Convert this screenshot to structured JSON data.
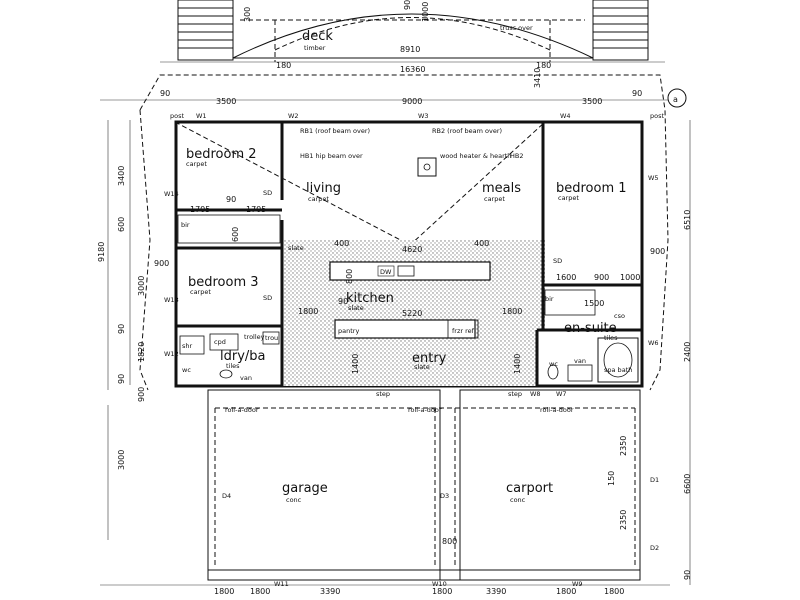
{
  "rooms": {
    "deck": {
      "label": "deck",
      "sub": "timber"
    },
    "bedroom2": {
      "label": "bedroom 2",
      "sub": "carpet"
    },
    "living": {
      "label": "living",
      "sub": "carpet"
    },
    "meals": {
      "label": "meals",
      "sub": "carpet"
    },
    "bedroom1": {
      "label": "bedroom 1",
      "sub": "carpet"
    },
    "bedroom3": {
      "label": "bedroom 3",
      "sub": "carpet"
    },
    "kitchen": {
      "label": "kitchen",
      "sub": "slate"
    },
    "entry": {
      "label": "entry",
      "sub": "slate"
    },
    "ensuite": {
      "label": "en-suite",
      "sub": "tiles"
    },
    "ldryba": {
      "label": "ldry/ba",
      "sub": "tiles"
    },
    "garage": {
      "label": "garage",
      "sub": "conc"
    },
    "carport": {
      "label": "carport",
      "sub": "conc"
    }
  },
  "notes": {
    "truss_over": "truss over",
    "rb1": "RB1 (roof beam over)",
    "rb2": "RB2 (roof beam over)",
    "hb1": "HB1 hip beam over",
    "hb2": "HB2",
    "wood_heater": "wood heater & hearth",
    "sd": "SD",
    "slate": "slate",
    "bir": "bir",
    "dw": "DW",
    "pantry": "pantry",
    "frzr_ref": "frzr ref",
    "shr": "shr",
    "cpd": "cpd",
    "trolley": "trolley",
    "trough": "trou",
    "wc": "wc",
    "van": "van",
    "spa_bath": "spa bath",
    "cso": "cso",
    "step": "step",
    "roll_a_door": "roll-a-door",
    "post": "post",
    "grid_a": "a"
  },
  "windows": [
    "W1",
    "W2",
    "W3",
    "W4",
    "W5",
    "W6",
    "W7",
    "W8",
    "W9",
    "W10",
    "W11",
    "W12",
    "W13",
    "W14"
  ],
  "doors": [
    "D1",
    "D2",
    "D3",
    "D4"
  ],
  "dims": {
    "top_300": "300",
    "top_900": "900",
    "top_1000": "1000",
    "top_180a": "180",
    "top_180b": "180",
    "deck_8910": "8910",
    "overall_16360": "16360",
    "left_90": "90",
    "right_90": "90",
    "left_3500": "3500",
    "mid_9000": "9000",
    "right_3500": "3500",
    "d3410": "3410",
    "d1705a": "1705",
    "d90b": "90",
    "d1705b": "1705",
    "d600": "600",
    "d400a": "400",
    "d4620": "4620",
    "d400b": "400",
    "d1800a": "1800",
    "d5220": "5220",
    "d1800b": "1800",
    "d1400a": "1400",
    "d1400b": "1400",
    "d800k": "800",
    "d90k": "90",
    "d1600": "1600",
    "d900r": "900",
    "d1000r": "1000",
    "d900l": "900",
    "d1500l": "1500",
    "l3400": "3400",
    "l9180": "9180",
    "l600": "600",
    "l3000": "3000",
    "l90a": "90",
    "l1820": "1820",
    "l90b": "90",
    "l900": "900",
    "l3000g": "3000",
    "r6510": "6510",
    "r900": "900",
    "r2400": "2400",
    "r6600": "6600",
    "r90": "90",
    "r2350a": "2350",
    "r150": "150",
    "r2350b": "2350",
    "g800": "800",
    "b1800a": "1800",
    "b1800b": "1800",
    "b3390a": "3390",
    "b1800c": "1800",
    "b3390b": "3390",
    "b1800d": "1800",
    "b1800e": "1800"
  }
}
